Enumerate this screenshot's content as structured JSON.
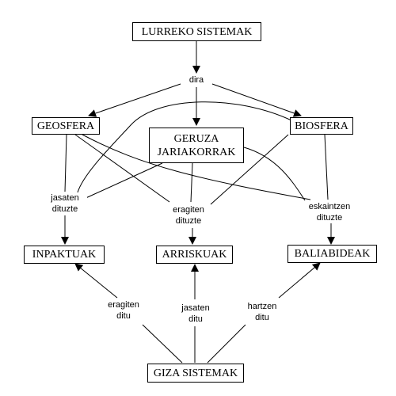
{
  "nodes": {
    "lurreko": "LURREKO SISTEMAK",
    "geosfera": "GEOSFERA",
    "geruza_line1": "GERUZA",
    "geruza_line2": "JARIAKORRAK",
    "biosfera": "BIOSFERA",
    "inpaktuak": "INPAKTUAK",
    "arriskuak": "ARRISKUAK",
    "baliabideak": "BALIABIDEAK",
    "giza": "GIZA SISTEMAK"
  },
  "labels": {
    "dira": "dira",
    "jasaten_dituzte_1": "jasaten",
    "jasaten_dituzte_2": "dituzte",
    "eragiten_dituzte_1": "eragiten",
    "eragiten_dituzte_2": "dituzte",
    "eskaintzen_dituzte_1": "eskaintzen",
    "eskaintzen_dituzte_2": "dituzte",
    "eragiten_ditu_1": "eragiten",
    "eragiten_ditu_2": "ditu",
    "jasaten_ditu_1": "jasaten",
    "jasaten_ditu_2": "ditu",
    "hartzen_ditu_1": "hartzen",
    "hartzen_ditu_2": "ditu"
  }
}
